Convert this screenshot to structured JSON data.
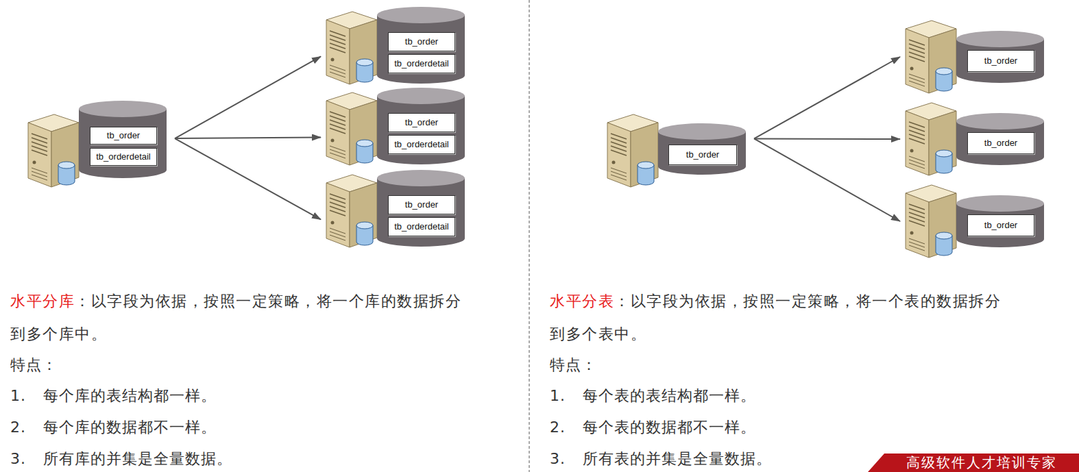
{
  "diagram": {
    "nodes": [
      {},
      {
        "text": [
          "tb_order"
        ],
        "in": 0
      },
      {
        "text": [
          "tb_orderdetail"
        ],
        "in": 0
      },
      {},
      {
        "text": [
          "tb_order"
        ],
        "in": 3
      },
      {
        "text": [
          "tb_orderdetail"
        ],
        "in": 3
      },
      {},
      {
        "text": [
          "tb_order"
        ],
        "in": 6
      },
      {
        "text": [
          "tb_orderdetail"
        ],
        "in": 6
      },
      {},
      {
        "text": [
          "tb_order"
        ],
        "in": 9
      },
      {
        "text": [
          "tb_orderdetail"
        ],
        "in": 9
      },
      {},
      {
        "text": [
          "tb_order"
        ],
        "in": 12
      },
      {},
      {
        "text": [
          "tb_order"
        ],
        "in": 14
      },
      {},
      {
        "text": [
          "tb_order"
        ],
        "in": 16
      },
      {},
      {
        "text": [
          "tb_order"
        ],
        "in": 18
      }
    ],
    "edges": [
      {
        "from": 0,
        "to": 3,
        "arrow": "to"
      },
      {
        "from": 0,
        "to": 6,
        "arrow": "to"
      },
      {
        "from": 0,
        "to": 9,
        "arrow": "to"
      },
      {
        "from": 12,
        "to": 14,
        "arrow": "to"
      },
      {
        "from": 12,
        "to": 16,
        "arrow": "to"
      },
      {
        "from": 12,
        "to": 18,
        "arrow": "to"
      }
    ],
    "labels": [
      "水平分库",
      "：以字段为依据，按照一定策略，将一个库的数据拆分到多个库中。",
      "特点：",
      "1.",
      "每个库的表结构都一样。",
      "2.",
      "每个库的数据都不一样。",
      "3.",
      "所有库的并集是全量数据。",
      "水平分表",
      "：以字段为依据，按照一定策略，将一个表的数据拆分到多个表中。",
      "特点：",
      "1.",
      "每个表的表结构都一样。",
      "2.",
      "每个表的数据都不一样。",
      "3.",
      "所有表的并集是全量数据。",
      "高级软件人才培训专家"
    ]
  }
}
